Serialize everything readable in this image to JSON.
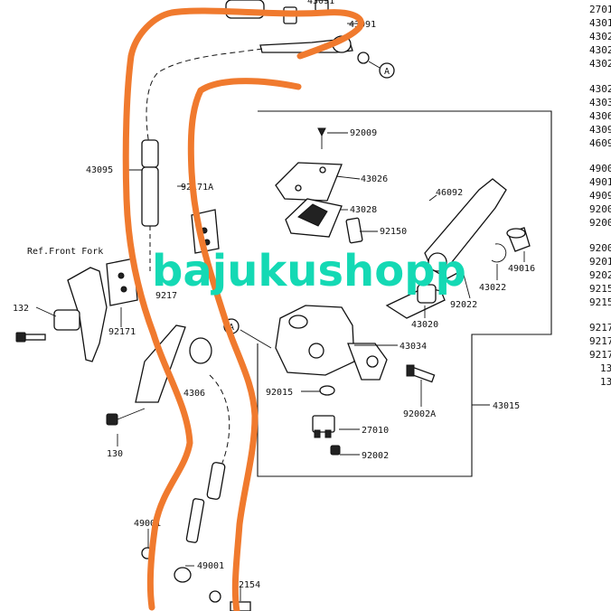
{
  "labels": {
    "l_43091_top": "43091",
    "l_43091": "43091",
    "l_92009": "92009",
    "l_43026": "43026",
    "l_43028": "43028",
    "l_92150": "92150",
    "l_46092": "46092",
    "l_43095": "43095",
    "l_92171A": "92171A",
    "l_ref": "Ref.Front Fork",
    "l_49016": "49016",
    "l_43022": "43022",
    "l_92022": "92022",
    "l_43020": "43020",
    "l_132": "132",
    "l_92171": "92171",
    "l_92171B": "9217",
    "l_43034": "43034",
    "l_92015": "92015",
    "l_92002A": "92002A",
    "l_43015": "43015",
    "l_4306": "4306",
    "l_130": "130",
    "l_27010": "27010",
    "l_92002": "92002",
    "l_49001a": "49001",
    "l_49001b": "49001",
    "l_92154": "92154",
    "l_A1": "A",
    "l_A2": "A"
  },
  "side_list": [
    "2701",
    "4301",
    "4302",
    "4302",
    "4302",
    "",
    "4302",
    "4303",
    "4306",
    "4309",
    "4609",
    "",
    "4900",
    "4901",
    "4909",
    "9200",
    "9200",
    "",
    "9200",
    "9201",
    "9202",
    "9215",
    "9215",
    "",
    "9217",
    "9217",
    "9217",
    "13",
    "13"
  ],
  "watermark": "bajukushopp",
  "highlight_color": "#f07a2e",
  "watermark_color": "#14d9b4"
}
